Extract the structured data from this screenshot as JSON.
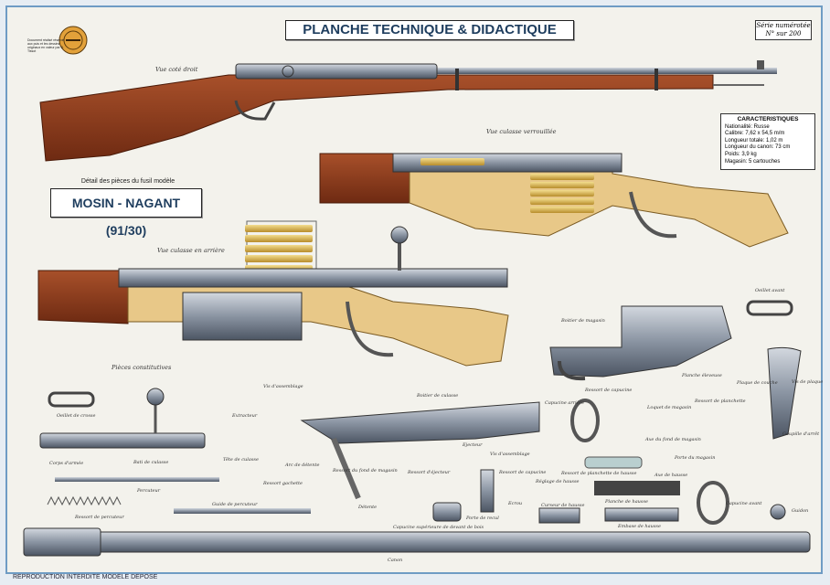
{
  "header": {
    "title": "PLANCHE TECHNIQUE & DIDACTIQUE",
    "series_line1": "Série numérotée",
    "series_line2": "N°     sur 200",
    "logo_text": "Document réalisé réservé aux puis et les dessins originaux en valeur par B. Tissot"
  },
  "model": {
    "detail_line": "Détail des pièces du fusil modèle",
    "name": "MOSIN - NAGANT (91/30)"
  },
  "specs": {
    "title": "CARACTERISTIQUES",
    "rows": [
      "Nationalité: Russe",
      "Calibre: 7,62 x 54,5 m/m",
      "Longueur totale: 1,02 m",
      "Longueur du canon: 73 cm",
      "Poids:  3,9 kg",
      "Magasin: 5 cartouches"
    ]
  },
  "views": {
    "right_side": "Vue coté droit",
    "bolt_locked": "Vue culasse verrouillée",
    "bolt_back": "Vue culasse en arrière",
    "components": "Pièces constitutives"
  },
  "parts": {
    "oeillet_avant": "Oeillet avant",
    "boitier_magasin": "Boitier de magasin",
    "planche_eleveuse": "Planche éleveuse",
    "plaque_couche": "Plaque de couche",
    "vis_plaque": "Vis de plaque",
    "ressort_capucine": "Ressort de capucine",
    "ressort_planchette": "Ressort de planchette",
    "capucine_arriere": "Capucine arrière",
    "loquet_magasin": "Loquet de magasin",
    "goupille_arret": "Goupille d'arrêt",
    "axe_fond": "Axe du fond de magasin",
    "porte_magasin": "Porte du magasin",
    "capucine_avant": "Capucine avant",
    "guidon": "Guidon",
    "oeillet_crosse": "Oeillet de crosse",
    "vis_assemblage": "Vis d'assemblage",
    "boitier_culasse": "Boitier de culasse",
    "extracteur": "Extracteur",
    "tete_culasse": "Tête de culasse",
    "corps_arme": "Corps d'armée",
    "bati_culasse": "Bati de culasse",
    "arc_detente": "Arc de détente",
    "ressort_gachette": "Ressort gachette",
    "percuteur": "Percuteur",
    "ressort_percuteur": "Ressort de percuteur",
    "guide_percuteur": "Guide de percuteur",
    "detente": "Détente",
    "ejecteur": "Ejecteur",
    "vis_assemblage_2": "Vis d'assemblage",
    "ressort_ejecteur": "Ressort d'éjecteur",
    "ressort_fond": "Ressort du fond de magasin",
    "ressort_capucine_2": "Ressort de capucine",
    "reglage_hausse": "Réglage de hausse",
    "ressort_planchette_hausse": "Ressort de planchette de hausse",
    "axe_hausse": "Axe de hausse",
    "ecrou": "Ecrou",
    "porte_recul": "Porte de recul",
    "planche_hausse": "Planche de hausse",
    "curseur_hausse": "Curseur de hausse",
    "embase_hausse": "Embase de hausse",
    "capucine_superieure": "Capucine supérieure de devant de bois",
    "canon": "Canon"
  },
  "footer": "REPRODUCTION INTERDITE  MODELE DEPOSE",
  "colors": {
    "frame": "#6f9cc4",
    "wood_dark": "#8b3a1c",
    "wood_light": "#e8c888",
    "steel": "#8a94a2",
    "brass": "#d8b24a",
    "title_text": "#1e3d5e"
  }
}
